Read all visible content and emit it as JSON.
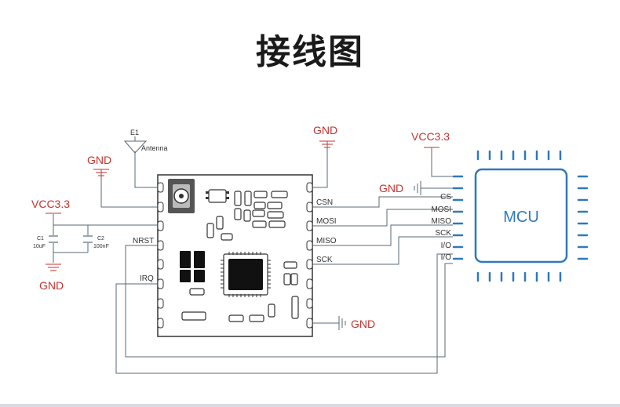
{
  "title": "接线图",
  "labels": {
    "gnd": "GND",
    "vcc": "VCC3.3",
    "mcu": "MCU",
    "antenna_ref": "E1",
    "antenna": "Antenna",
    "c1_ref": "C1",
    "c1_val": "10uF",
    "c2_ref": "C2",
    "c2_val": "100nF",
    "module_left": {
      "nrst": "NRST",
      "irq": "IRQ"
    },
    "module_right": {
      "csn": "CSN",
      "mosi": "MOSI",
      "miso": "MISO",
      "sck": "SCK"
    },
    "mcu_pins": {
      "cs": "CS",
      "mosi": "MOSI",
      "miso": "MISO",
      "sck": "SCK",
      "io1": "I/O",
      "io2": "I/O"
    }
  },
  "colors": {
    "wire": "#596877",
    "power_label": "#c8322d",
    "mcu_accent": "#2f78bf",
    "module_outline": "#333333",
    "chip": "#111111"
  },
  "icons": [
    "antenna-icon",
    "ground-symbol",
    "capacitor-symbol",
    "chip-icon"
  ]
}
